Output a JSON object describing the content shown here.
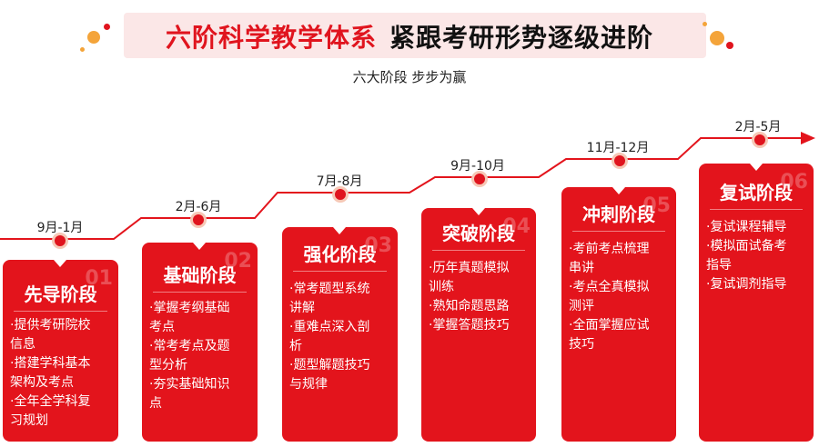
{
  "header": {
    "title_part1": "六阶科学教学体系",
    "title_part2": "紧跟考研形势逐级进阶",
    "subtitle": "六大阶段 步步为赢"
  },
  "colors": {
    "accent": "#e3141c",
    "title_band": "#fbe7e7",
    "dot_ring": "#f6c8b6",
    "deco_orange": "#f4a43a"
  },
  "stages": [
    {
      "date": "9月-1月",
      "name": "先导阶段",
      "num": "01",
      "items": [
        "·提供考研院校",
        "信息",
        "·搭建学科基本",
        "架构及考点",
        "·全年全学科复",
        "习规划"
      ]
    },
    {
      "date": "2月-6月",
      "name": "基础阶段",
      "num": "02",
      "items": [
        "·掌握考纲基础",
        "考点",
        "·常考考点及题",
        "型分析",
        "·夯实基础知识",
        "点"
      ]
    },
    {
      "date": "7月-8月",
      "name": "强化阶段",
      "num": "03",
      "items": [
        "·常考题型系统",
        "讲解",
        "·重难点深入剖",
        "析",
        "·题型解题技巧",
        "与规律"
      ]
    },
    {
      "date": "9月-10月",
      "name": "突破阶段",
      "num": "04",
      "items": [
        "·历年真题模拟",
        "训练",
        "·熟知命题思路",
        "·掌握答题技巧"
      ]
    },
    {
      "date": "11月-12月",
      "name": "冲刺阶段",
      "num": "05",
      "items": [
        "·考前考点梳理",
        "串讲",
        "·考点全真模拟",
        "测评",
        "·全面掌握应试",
        "技巧"
      ]
    },
    {
      "date": "2月-5月",
      "name": "复试阶段",
      "num": "06",
      "items": [
        "·复试课程辅导",
        "·模拟面试备考",
        "指导",
        "·复试调剂指导"
      ]
    }
  ]
}
